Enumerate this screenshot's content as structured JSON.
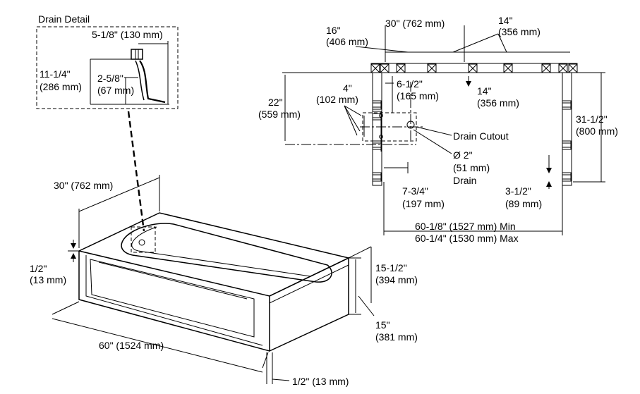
{
  "drain_detail": {
    "title": "Drain Detail",
    "width_label": "5-1/8\" (130 mm)",
    "height_in": "11-1/4\"",
    "height_mm": "(286 mm)",
    "depth_in": "2-5/8\"",
    "depth_mm": "(67 mm)"
  },
  "tub": {
    "width_label": "30\" (762 mm)",
    "length_label": "60\" (1524 mm)",
    "rim_in": "1/2\"",
    "rim_mm": "(13 mm)",
    "height_in": "15-1/2\"",
    "height_mm": "(394 mm)",
    "apron_in": "15\"",
    "apron_mm": "(381 mm)",
    "bottom_label": "1/2\" (13 mm)"
  },
  "rough_in": {
    "stud_16_in": "16\"",
    "stud_16_mm": "(406 mm)",
    "top_30_label": "30\" (762 mm)",
    "stud_14_in": "14\"",
    "stud_14_mm": "(356 mm)",
    "d22_in": "22\"",
    "d22_mm": "(559 mm)",
    "d4_in": "4\"",
    "d4_mm": "(102 mm)",
    "d6_in": "6-1/2\"",
    "d6_mm": "(165 mm)",
    "d14_in": "14\"",
    "d14_mm": "(356 mm)",
    "drain_cutout": "Drain Cutout",
    "drain_dia_1": "Ø 2\"",
    "drain_dia_2": "(51 mm)",
    "drain_dia_3": "Drain",
    "d31_in": "31-1/2\"",
    "d31_mm": "(800 mm)",
    "d7_in": "7-3/4\"",
    "d7_mm": "(197 mm)",
    "d3_in": "3-1/2\"",
    "d3_mm": "(89 mm)",
    "opening_min": "60-1/8\" (1527 mm) Min",
    "opening_max": "60-1/4\" (1530 mm) Max"
  }
}
